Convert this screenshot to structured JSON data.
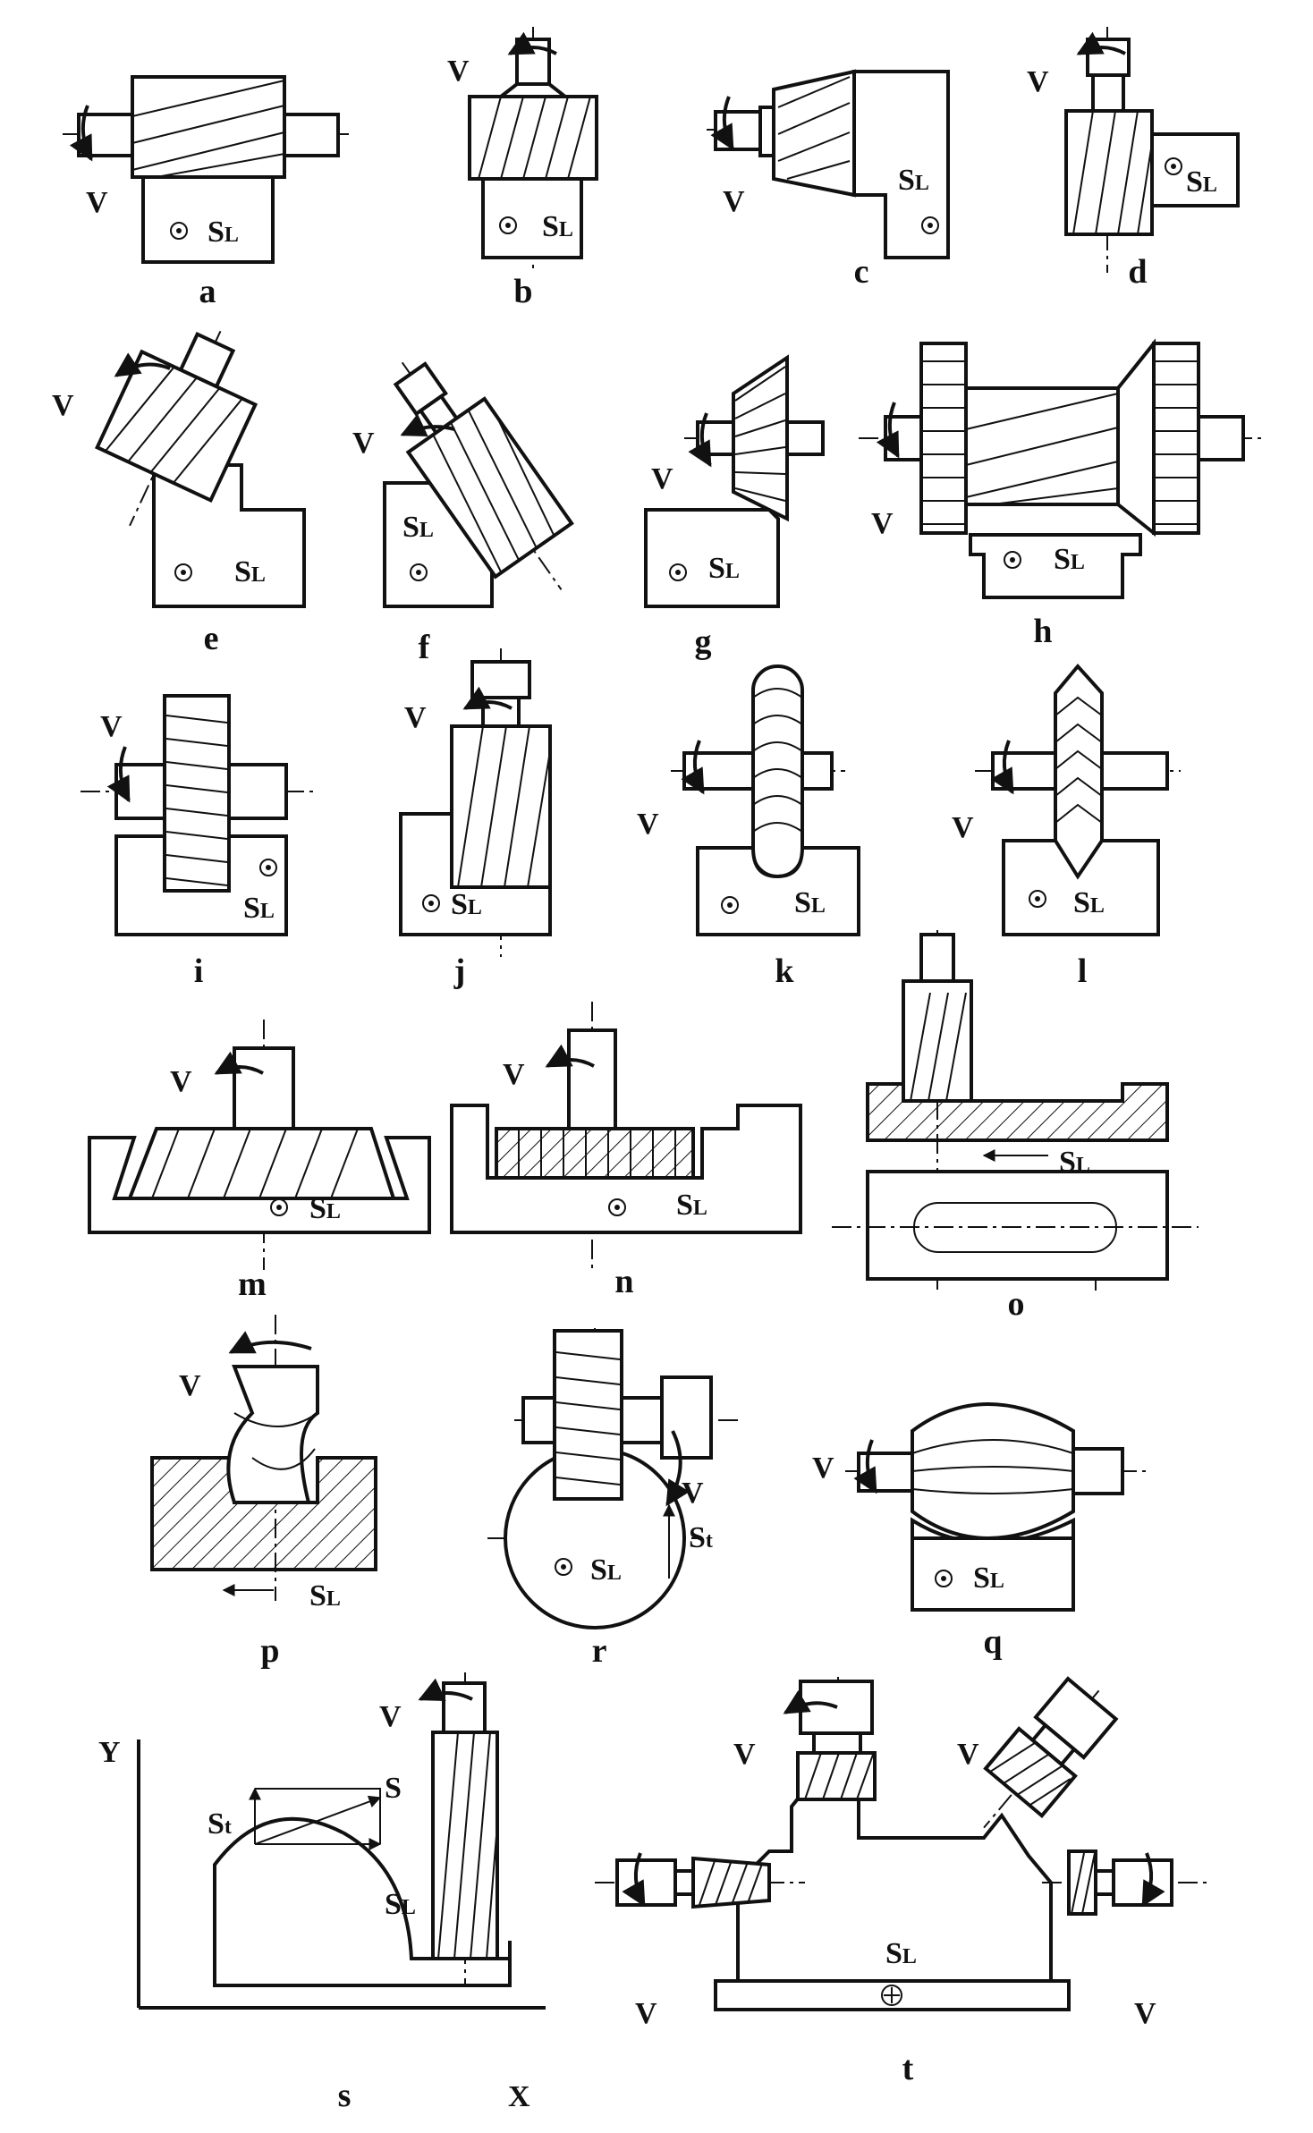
{
  "labels": {
    "velocity": "V",
    "feed_main": "S",
    "feed_sub": "L",
    "feed_t_main": "S",
    "feed_t_sub": "t",
    "feed_total": "S",
    "axis_x": "X",
    "axis_y": "Y"
  },
  "figures": [
    {
      "id": "a",
      "label": "a"
    },
    {
      "id": "b",
      "label": "b"
    },
    {
      "id": "c",
      "label": "c"
    },
    {
      "id": "d",
      "label": "d"
    },
    {
      "id": "e",
      "label": "e"
    },
    {
      "id": "f",
      "label": "f"
    },
    {
      "id": "g",
      "label": "g"
    },
    {
      "id": "h",
      "label": "h"
    },
    {
      "id": "i",
      "label": "i"
    },
    {
      "id": "j",
      "label": "j"
    },
    {
      "id": "k",
      "label": "k"
    },
    {
      "id": "l",
      "label": "l"
    },
    {
      "id": "m",
      "label": "m"
    },
    {
      "id": "n",
      "label": "n"
    },
    {
      "id": "o",
      "label": "o"
    },
    {
      "id": "p",
      "label": "p"
    },
    {
      "id": "r",
      "label": "r"
    },
    {
      "id": "q",
      "label": "q"
    },
    {
      "id": "s",
      "label": "s"
    },
    {
      "id": "t",
      "label": "t"
    }
  ]
}
